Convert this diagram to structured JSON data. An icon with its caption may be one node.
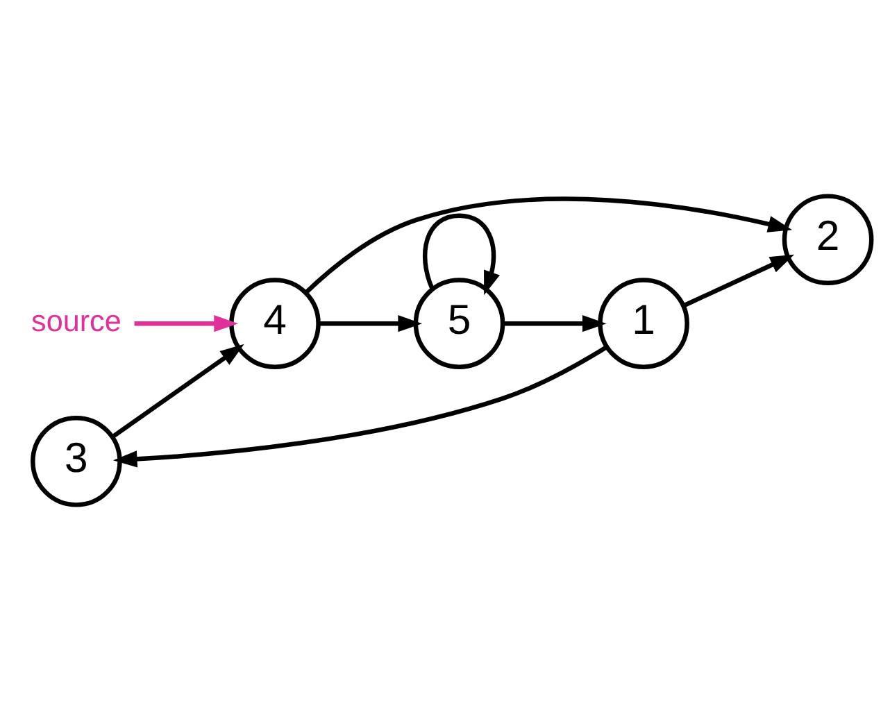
{
  "diagram": {
    "nodes": [
      {
        "text": [
          "3"
        ]
      },
      {
        "text": [
          "5"
        ]
      },
      {
        "text": [
          "1"
        ]
      },
      {
        "text": [
          "4"
        ]
      },
      {
        "text": [
          "2"
        ]
      },
      {
        "text": [
          "source"
        ]
      }
    ],
    "edges": [
      {
        "from": 2,
        "to": 0,
        "arrow": "to"
      },
      {
        "from": 0,
        "to": 3,
        "arrow": "to"
      },
      {
        "from": 1,
        "to": 2,
        "arrow": "to"
      },
      {
        "from": 2,
        "to": 4,
        "arrow": "to"
      },
      {
        "from": 3,
        "to": 1,
        "arrow": "to"
      },
      {
        "from": 3,
        "to": 4,
        "arrow": "to"
      },
      {
        "from": 1,
        "to": 1,
        "arrow": "to"
      },
      {
        "from": 5,
        "to": 3,
        "arrow": "to",
        "color": "#e0309a"
      }
    ]
  }
}
